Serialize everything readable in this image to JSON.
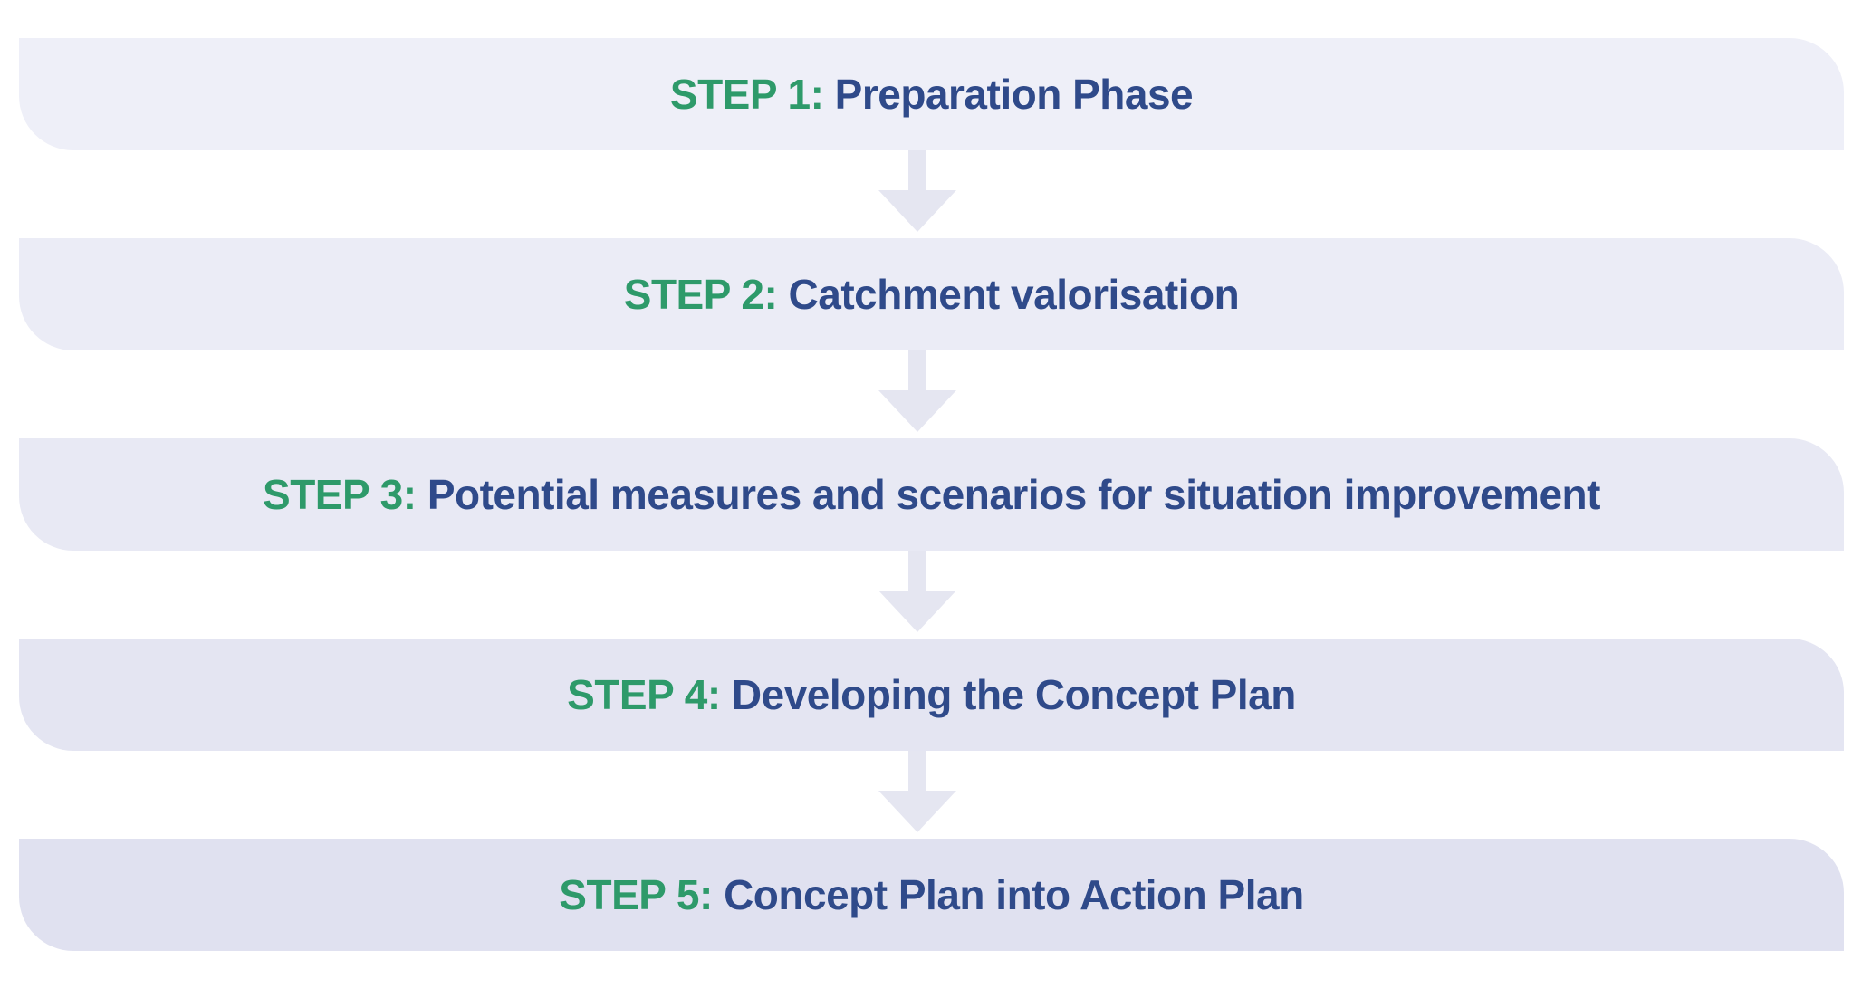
{
  "colors": {
    "step_label": "#2e9a6a",
    "step_title": "#2f4a8a",
    "arrow": "#e5e6f1"
  },
  "steps": [
    {
      "label": "STEP 1:",
      "title": "Preparation Phase",
      "fill": "#eeeff8"
    },
    {
      "label": "STEP 2:",
      "title": "Catchment valorisation",
      "fill": "#ebecf6"
    },
    {
      "label": "STEP 3:",
      "title": "Potential measures and scenarios for situation improvement",
      "fill": "#e8e9f4"
    },
    {
      "label": "STEP 4:",
      "title": "Developing the Concept Plan",
      "fill": "#e4e5f2"
    },
    {
      "label": "STEP 5:",
      "title": "Concept Plan into Action Plan",
      "fill": "#e0e1f0"
    }
  ]
}
